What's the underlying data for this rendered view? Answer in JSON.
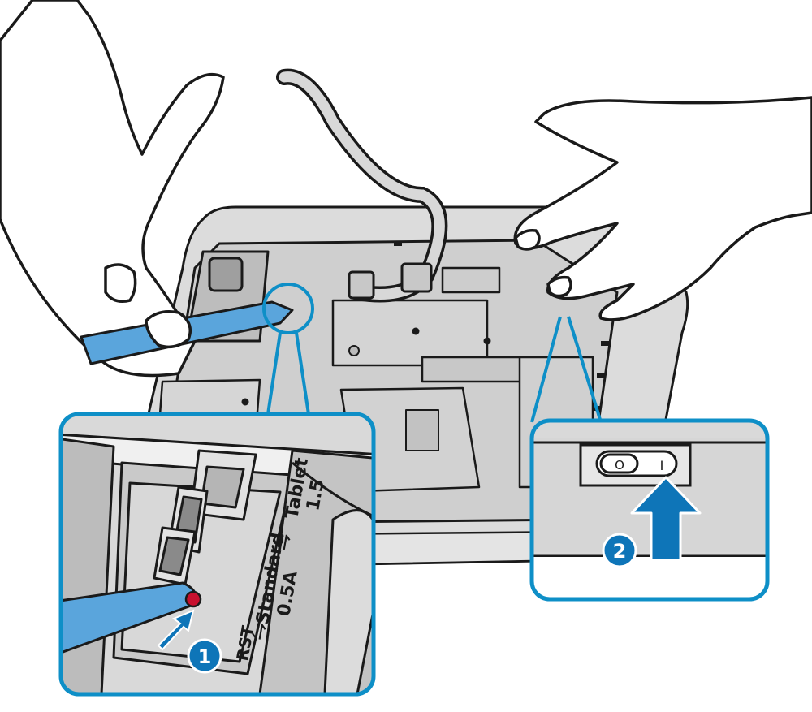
{
  "colors": {
    "accent_blue": "#0e75b8",
    "tool_blue": "#5aa5dc",
    "callout_border": "#0e8fc7",
    "device_gray": "#d9d9d9",
    "device_gray_dark": "#c3c3c3",
    "outline": "#1a1a1a",
    "led_red": "#c8102e"
  },
  "callout_left": {
    "step_number": "1",
    "port_label_upper": "Tablet",
    "port_label_upper_value": "1.5",
    "port_label_lower": "Standard",
    "port_label_lower_value": "0.5A",
    "reset_label": "RST",
    "usb_symbol": "⇋",
    "icons": [
      "usb-icon",
      "usb-icon",
      "reset-button-icon",
      "press-arrow-icon"
    ]
  },
  "callout_right": {
    "step_number": "2",
    "switch_off_mark": "O",
    "switch_on_mark": "I",
    "icons": [
      "power-switch-icon",
      "push-up-arrow-icon"
    ]
  }
}
